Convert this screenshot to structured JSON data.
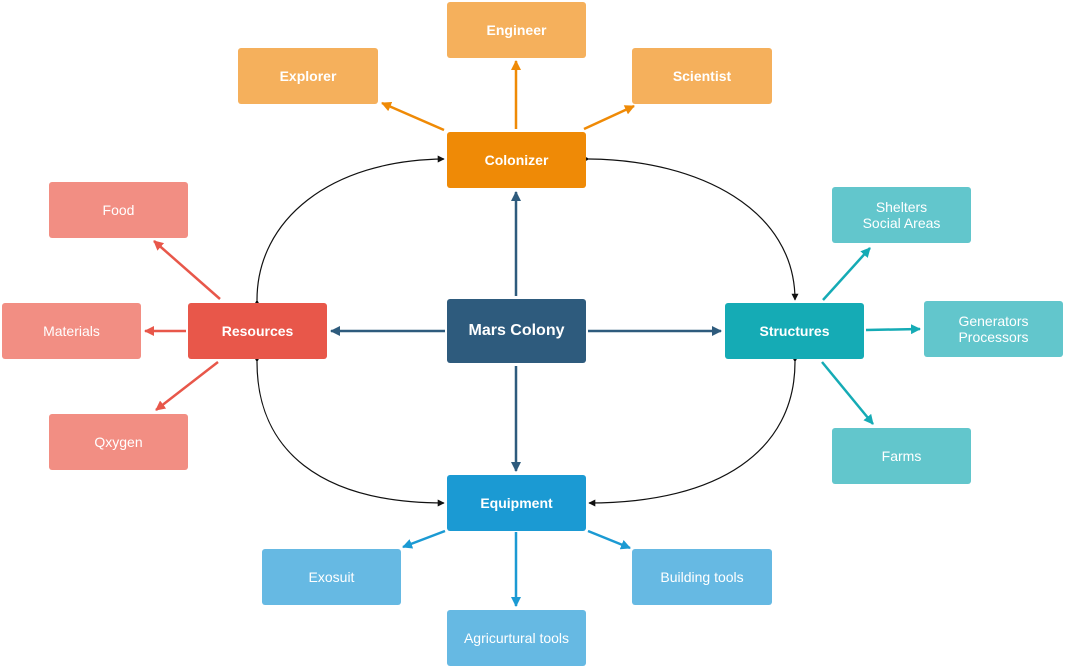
{
  "colors": {
    "center": "#2e5b7d",
    "colonizer": "#ef8a06",
    "colonizer_child": "#f5b05c",
    "resources": "#e8574a",
    "resources_child": "#f28e83",
    "structures": "#15abb5",
    "structures_child": "#62c6cc",
    "equipment": "#1b9ad3",
    "equipment_child": "#66b9e3",
    "connector": "#111111"
  },
  "center": {
    "label": "Mars Colony"
  },
  "branches": {
    "colonizer": {
      "label": "Colonizer",
      "children": [
        "Explorer",
        "Engineer",
        "Scientist"
      ]
    },
    "resources": {
      "label": "Resources",
      "children": [
        "Food",
        "Materials",
        "Qxygen"
      ]
    },
    "structures": {
      "label": "Structures",
      "children": [
        "Shelters\nSocial Areas",
        "Generators\nProcessors",
        "Farms"
      ]
    },
    "equipment": {
      "label": "Equipment",
      "children": [
        "Exosuit",
        "Agricurtural tools",
        "Building tools"
      ]
    }
  }
}
